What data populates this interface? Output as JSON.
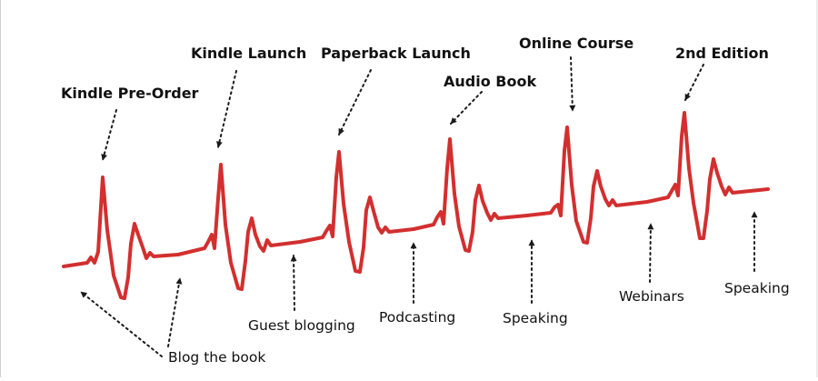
{
  "diagram": {
    "line_color": "#d32f2f",
    "arrow_color": "#1a1a1a",
    "launches": [
      "Kindle Pre-Order",
      "Kindle Launch",
      "Paperback Launch",
      "Audio Book",
      "Online Course",
      "2nd Edition"
    ],
    "activities": [
      "Blog the book",
      "Guest blogging",
      "Podcasting",
      "Speaking",
      "Webinars",
      "Speaking"
    ]
  }
}
